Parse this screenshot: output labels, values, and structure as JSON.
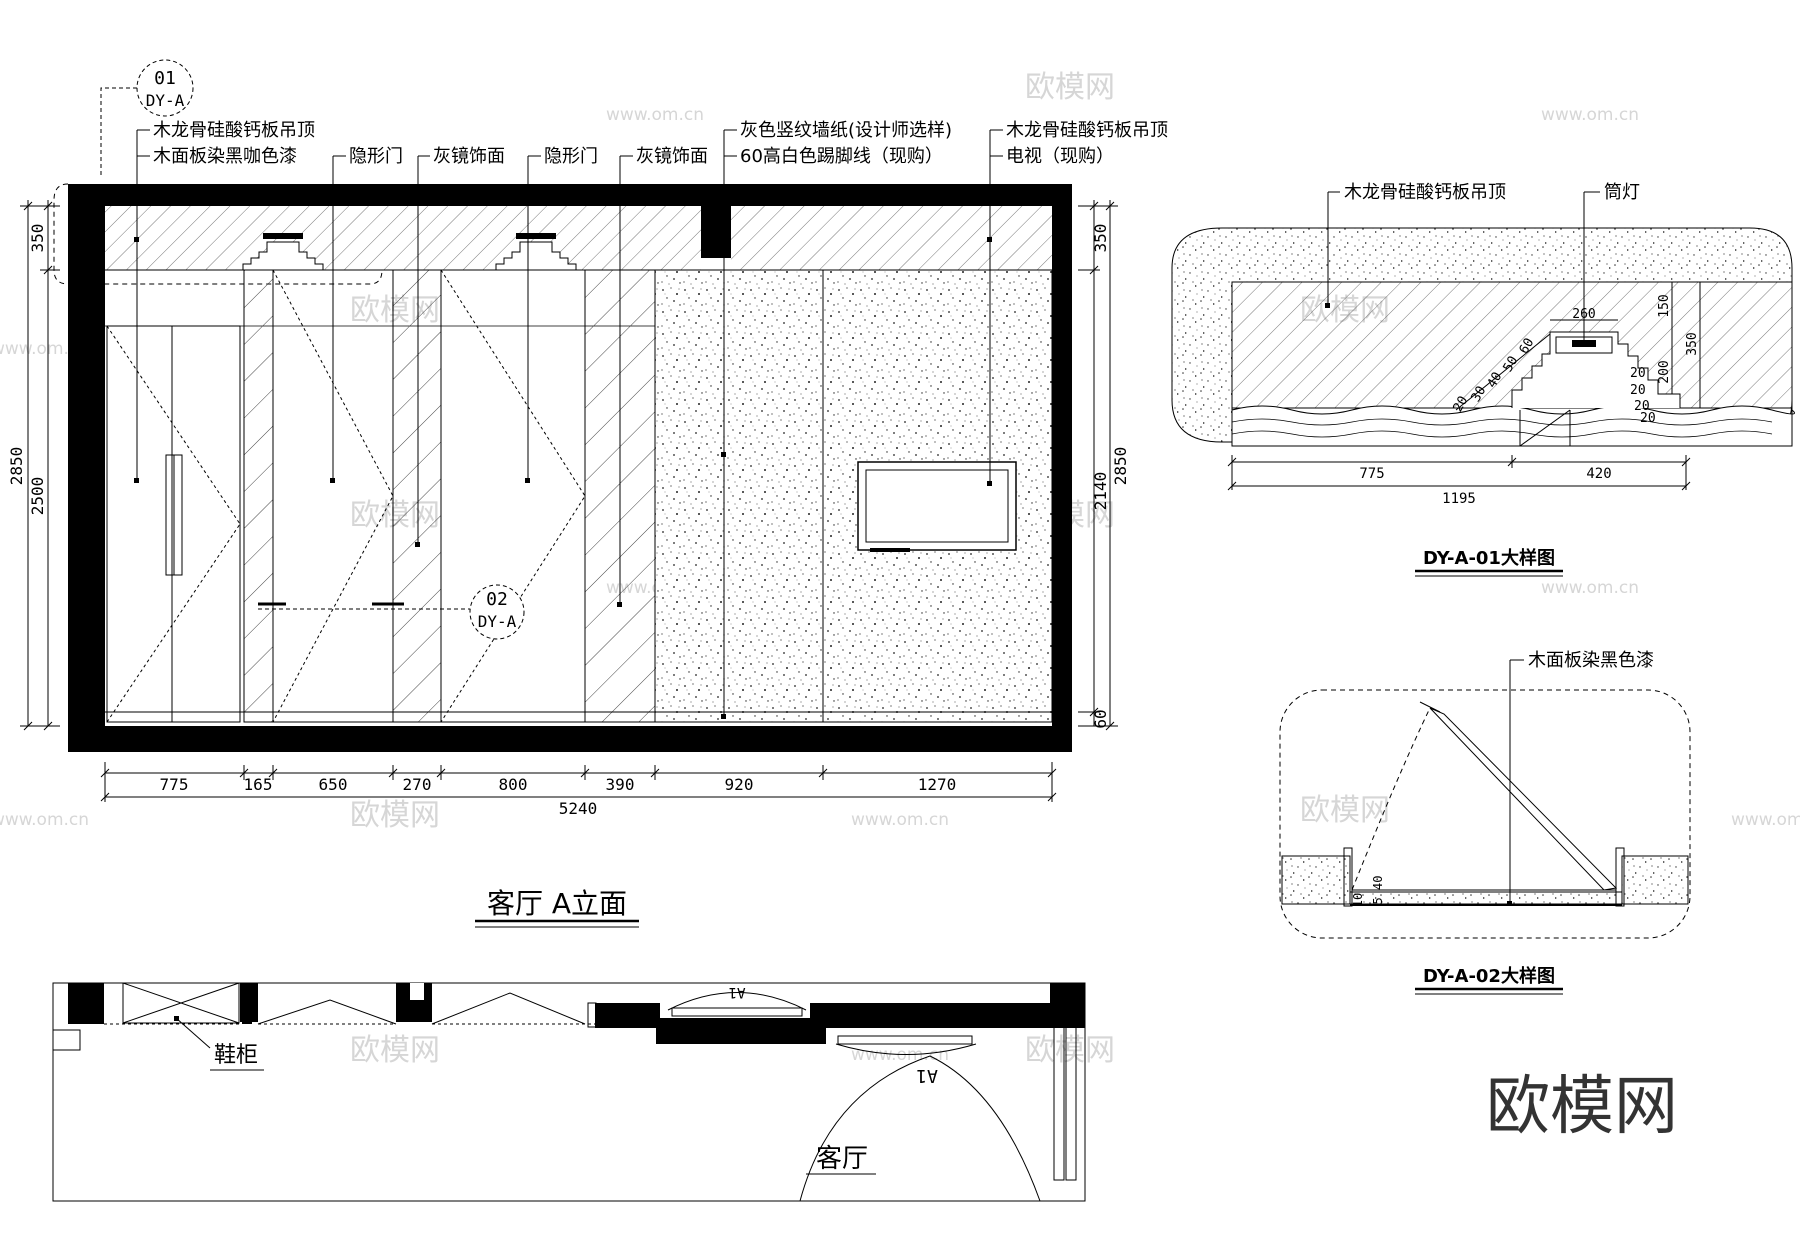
{
  "elevation": {
    "title": "客厅  A立面",
    "callout_01": {
      "num": "01",
      "ref": "DY-A"
    },
    "callout_02": {
      "num": "02",
      "ref": "DY-A"
    },
    "leader_labels": {
      "l1": "木龙骨硅酸钙板吊顶",
      "l2": "木面板染黑咖色漆",
      "l3": "隐形门",
      "l4": "灰镜饰面",
      "l5": "隐形门",
      "l6": "灰镜饰面",
      "l7": "灰色竖纹墙纸(设计师选样)",
      "l8": "60高白色踢脚线（现购）",
      "l9": "木龙骨硅酸钙板吊顶",
      "l10": "电视（现购）"
    },
    "dims_bottom": [
      "775",
      "165",
      "650",
      "270",
      "800",
      "390",
      "920",
      "1270"
    ],
    "dim_total": "5240",
    "dims_left": [
      "350",
      "2500",
      "2850"
    ],
    "dims_right": [
      "350",
      "2140",
      "60",
      "2850"
    ]
  },
  "detail_01": {
    "title": "DY-A-01大样图",
    "labels": {
      "ceiling": "木龙骨硅酸钙板吊顶",
      "lamp": "筒灯"
    },
    "dims": {
      "d260": "260",
      "d150": "150",
      "d350": "350",
      "d200": "200",
      "s60": "60",
      "s50": "50",
      "s40": "40",
      "s30": "30",
      "s20": "20",
      "r20a": "20",
      "r20b": "20",
      "r20c": "20",
      "r20d": "20",
      "w775": "775",
      "w420": "420",
      "w1195": "1195"
    }
  },
  "detail_02": {
    "title": "DY-A-02大样图",
    "label": "木面板染黑色漆",
    "dims": {
      "d10": "10",
      "d540": "5 40"
    }
  },
  "plan": {
    "room": "客厅",
    "shoe_cabinet": "鞋柜",
    "marker_top": "A1",
    "marker_bottom": "A1"
  },
  "watermark": {
    "logo": "欧模网",
    "url": "www.om.cn"
  }
}
